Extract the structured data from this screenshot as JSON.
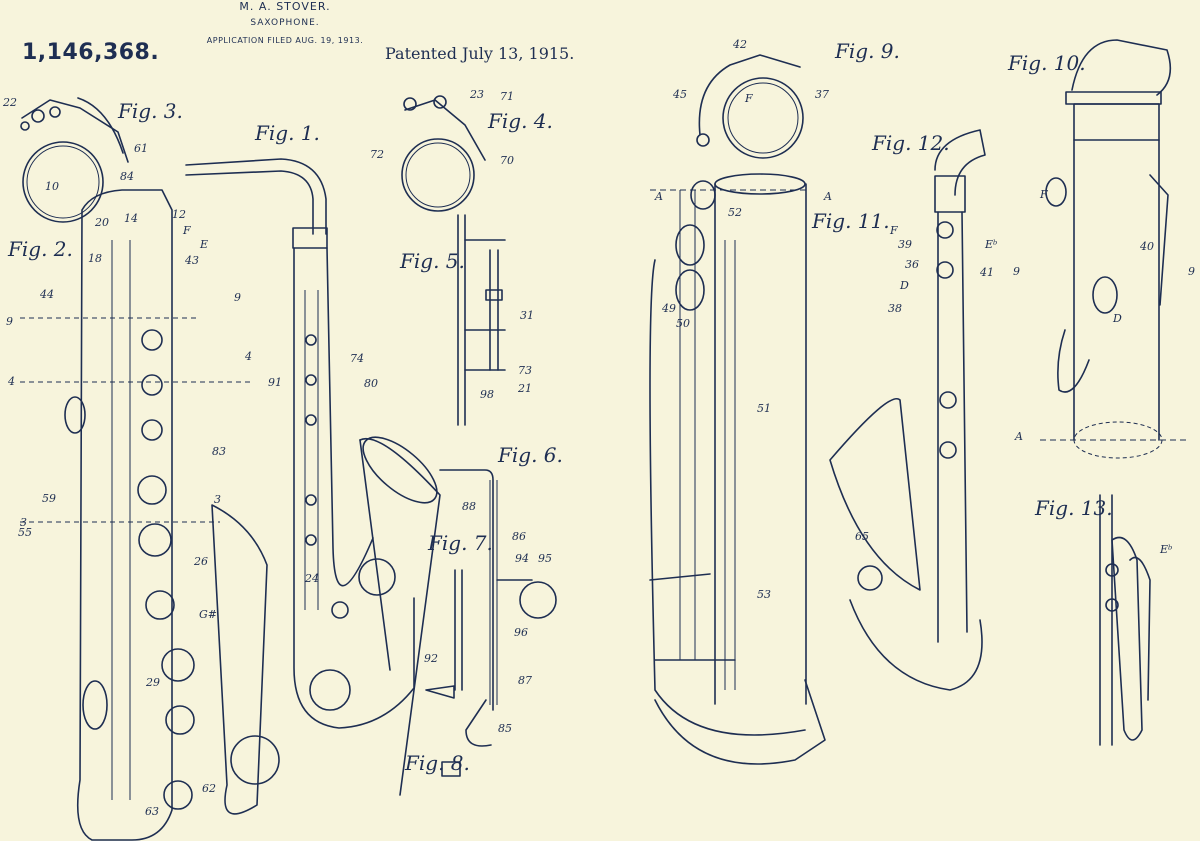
{
  "header": {
    "inventor": "M. A. STOVER.",
    "title": "SAXOPHONE.",
    "application_filed": "APPLICATION FILED AUG. 19, 1913.",
    "patent_number": "1,146,368.",
    "patented": "Patented July 13, 1915."
  },
  "figures": {
    "fig1": "Fig. 1.",
    "fig2": "Fig. 2.",
    "fig3": "Fig. 3.",
    "fig4": "Fig. 4.",
    "fig5": "Fig. 5.",
    "fig6": "Fig. 6.",
    "fig7": "Fig. 7.",
    "fig8": "Fig. 8.",
    "fig9": "Fig. 9.",
    "fig10": "Fig. 10.",
    "fig11": "Fig. 11.",
    "fig12": "Fig. 12.",
    "fig13": "Fig. 13."
  },
  "reference_numerals": [
    "10",
    "12",
    "14",
    "18",
    "20",
    "21",
    "22",
    "23",
    "24",
    "26",
    "29",
    "31",
    "36",
    "37",
    "38",
    "39",
    "40",
    "41",
    "42",
    "43",
    "44",
    "45",
    "49",
    "50",
    "51",
    "52",
    "53",
    "55",
    "59",
    "61",
    "62",
    "63",
    "65",
    "70",
    "71",
    "72",
    "73",
    "74",
    "80",
    "83",
    "84",
    "85",
    "86",
    "87",
    "88",
    "91",
    "92",
    "94",
    "95",
    "96",
    "98"
  ],
  "letters": {
    "F": "F",
    "E": "E",
    "Eb": "Eᵇ",
    "D": "D",
    "A": "A",
    "G": "G#"
  },
  "section_marks": {
    "nine": "9",
    "four": "4",
    "three": "3"
  }
}
